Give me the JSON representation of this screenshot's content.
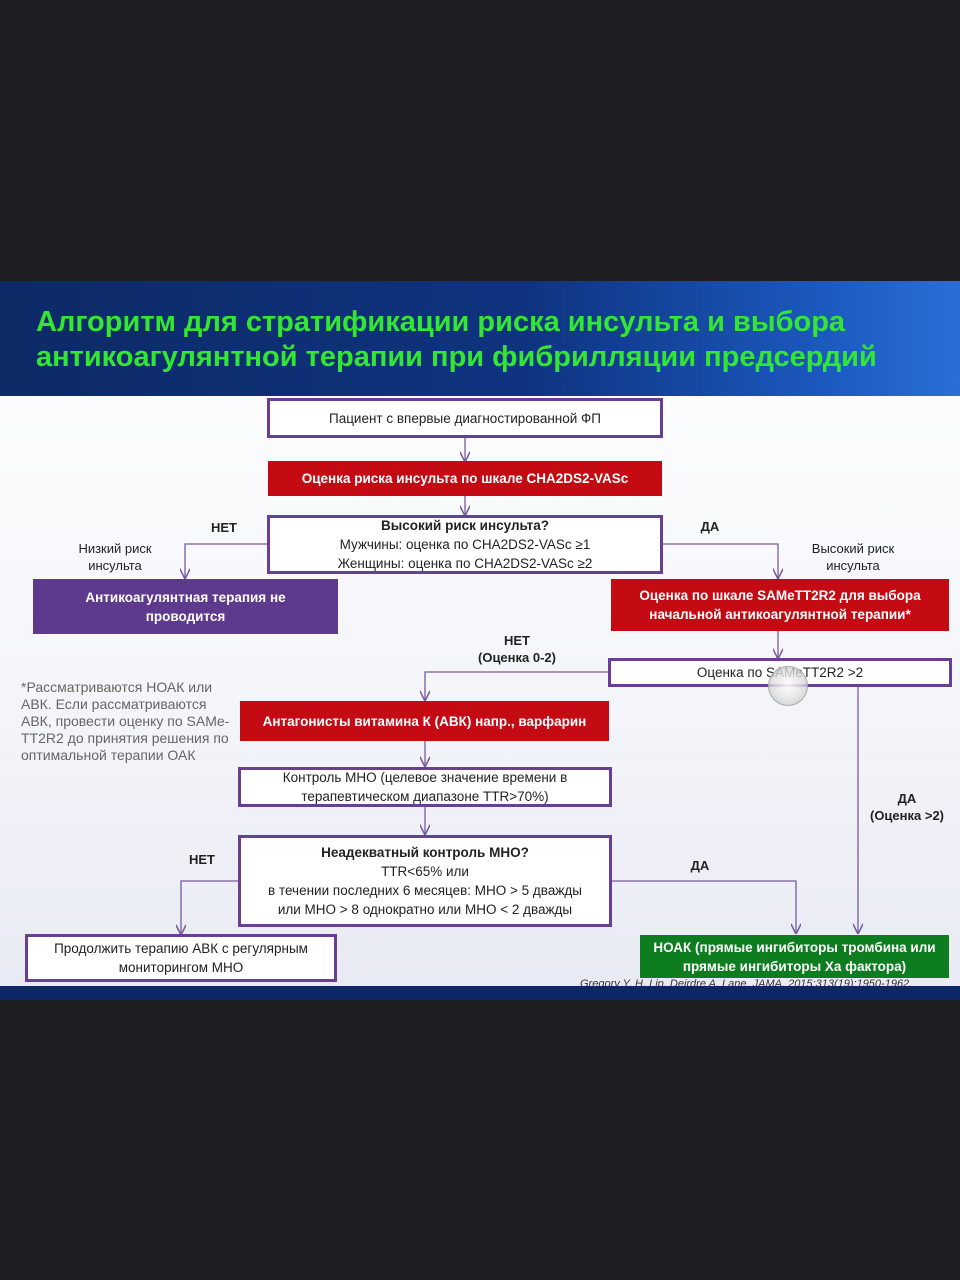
{
  "header": {
    "title_line1": "Алгоритм для стратификации риска инсульта и выбора",
    "title_line2": "антикоагулянтной терапии при фибрилляции предсердий"
  },
  "nodes": {
    "patient": "Пациент с впервые диагностированной ФП",
    "assess": "Оценка риска инсульта по шкале  CHA2DS2-VASc",
    "highrisk": {
      "q": "Высокий риск инсульта?",
      "men": "Мужчины: оценка по CHA2DS2-VASc ≥1",
      "women": "Женщины: оценка по CHA2DS2-VASc ≥2"
    },
    "no_ac": "Антикоагулянтная терапия не проводится",
    "samett": "Оценка по шкале SAMeTT2R2  для выбора начальной антикоагулянтной терапии*",
    "samett_q": "Оценка по SAMeTT2R2 >2",
    "avk": "Антагонисты витамина К (АВК) напр.,  варфарин",
    "inr_control": "Контроль МНО (целевое значение времени в терапевтическом диапазоне  TTR>70%)",
    "inadequate": {
      "q": "Неадекватный контроль МНО?",
      "l1": "TTR<65% или",
      "l2": "в течении последних 6 месяцев: МНО > 5 дважды",
      "l3": "или МНО > 8 однократно или МНО < 2 дважды"
    },
    "continue": "Продолжить терапию АВК с регулярным мониторингом МНО",
    "noac": "НОАК (прямые ингибиторы тромбина или прямые ингибиторы Ха фактора)"
  },
  "labels": {
    "net1": "НЕТ",
    "da1": "ДА",
    "low_risk": "Низкий риск инсульта",
    "high_risk": "Высокий  риск инсульта",
    "net2": "НЕТ",
    "net2_sub": "(Оценка 0-2)",
    "da2": "ДА",
    "da2_sub": "(Оценка >2)",
    "net3": "НЕТ",
    "da3": "ДА"
  },
  "note": "*Рассматриваются НОАК или АВК. Если рассматриваются АВК, провести оценку по SAMe-TT2R2 до принятия решения по оптимальной терапии ОАК",
  "citation": "Gregory Y. H. Lip, Deirdre A. Lane. JAMA. 2015;313(19):1950-1962.",
  "colors": {
    "title_green": "#33e633",
    "header_blue": "#0f3380",
    "box_red": "#c40b14",
    "box_purple": "#5e3a8e",
    "box_green": "#0e7d1f",
    "border_purple": "#6a3e93"
  }
}
